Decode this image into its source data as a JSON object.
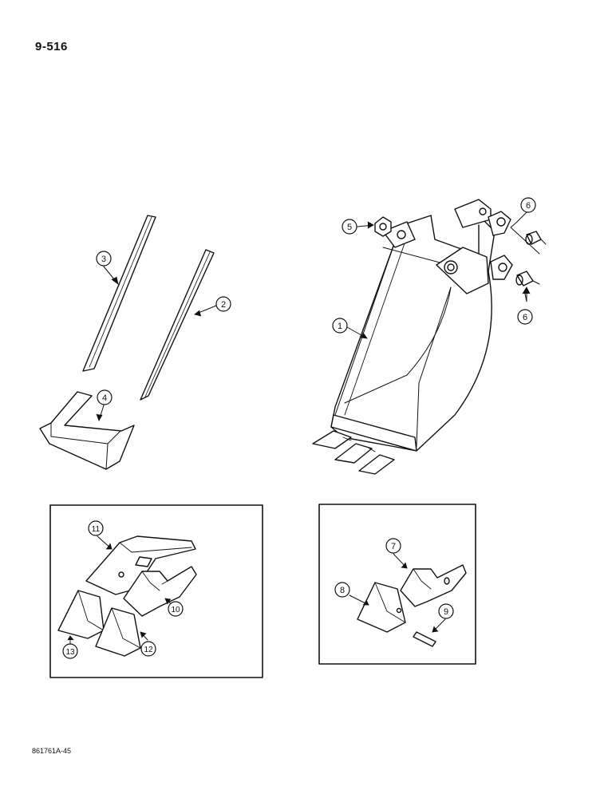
{
  "page": {
    "number": "9-516",
    "figure_code": "861761A-45"
  },
  "callouts": {
    "c1": "1",
    "c2": "2",
    "c3": "3",
    "c4": "4",
    "c5": "5",
    "c6a": "6",
    "c6b": "6",
    "c7": "7",
    "c8": "8",
    "c9": "9",
    "c10": "10",
    "c11": "11",
    "c12": "12",
    "c13": "13"
  }
}
